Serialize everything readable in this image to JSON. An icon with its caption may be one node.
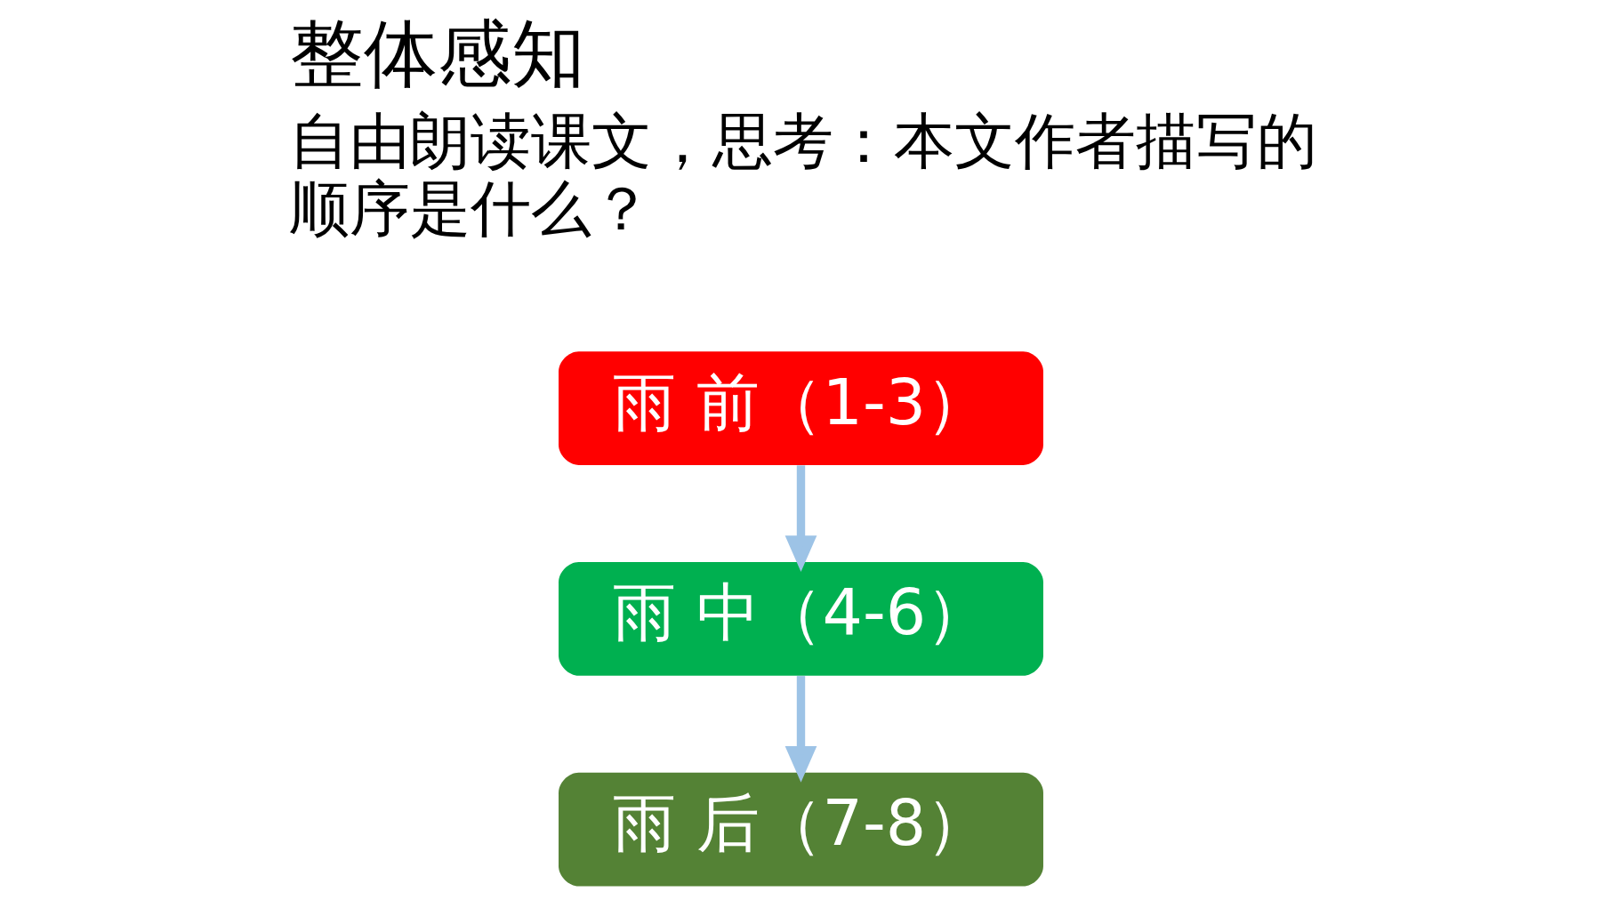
{
  "diagram": {
    "title": "整体感知",
    "nodes": [
      {
        "text": [
          "雨 前（1-3）"
        ]
      },
      {
        "text": [
          "雨 中（4-6）"
        ]
      },
      {
        "text": [
          "雨 后（7-8）"
        ]
      }
    ],
    "edges": [
      {
        "from": 0,
        "to": 1,
        "arrow": "to"
      },
      {
        "from": 1,
        "to": 2,
        "arrow": "to"
      }
    ],
    "labels": [
      "自由朗读课文，思考：本文作者描写的顺序是什么？"
    ]
  }
}
